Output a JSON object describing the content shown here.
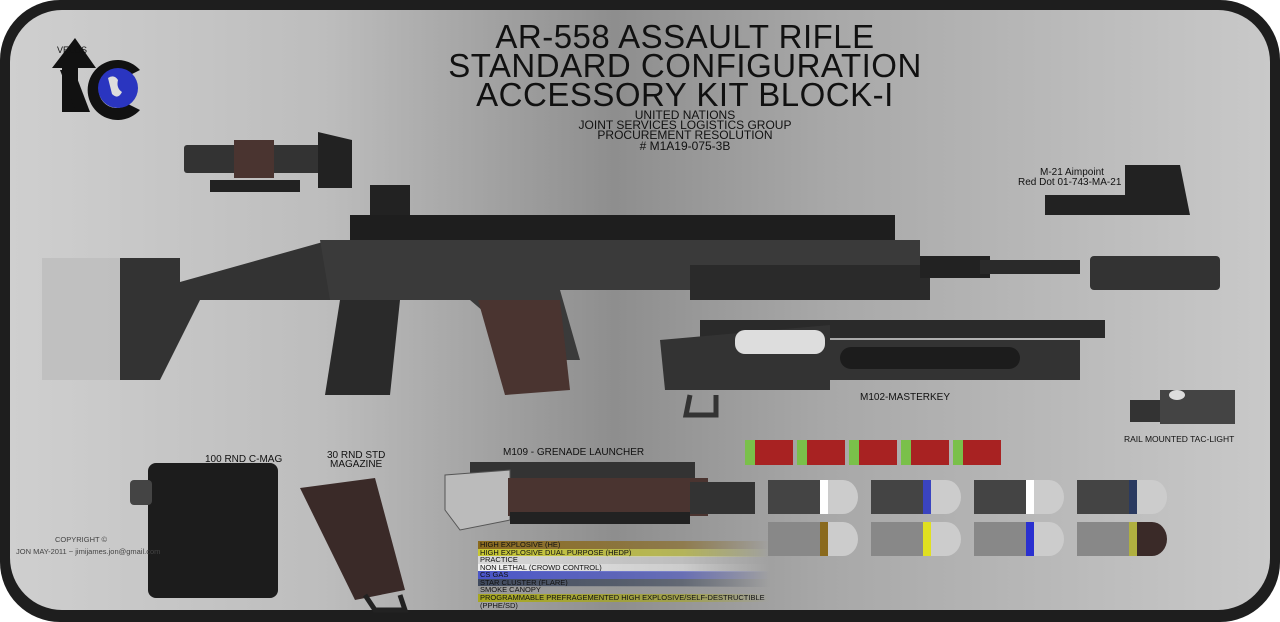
{
  "title": {
    "line1": "AR-558 ASSAULT RIFLE",
    "line2": "STANDARD CONFIGURATION",
    "line3": "ACCESSORY KIT BLOCK-I"
  },
  "subtitle": {
    "line1": "UNITED NATIONS",
    "line2": "JOINT SERVICES LOGISTICS GROUP",
    "line3": "PROCUREMENT RESOLUTION",
    "line4": "# M1A19-075-3B"
  },
  "logo": {
    "text": "VELOS",
    "icon": "globe-icon"
  },
  "labels": {
    "aimpoint_1": "M-21 Aimpoint",
    "aimpoint_2": "Red Dot 01-743-MA-21",
    "masterkey": "M102-MASTERKEY",
    "taclight": "RAIL MOUNTED TAC-LIGHT",
    "cmag": "100 RND C-MAG",
    "magazine_1": "30 RND STD",
    "magazine_2": "MAGAZINE",
    "grenade_launcher": "M109 - GRENADE LAUNCHER"
  },
  "legend": [
    {
      "label": "HIGH EXPLOSIVE (HE)",
      "color": "#8a6a1e"
    },
    {
      "label": "HIGH EXPLOSIVE DUAL PURPOSE (HEDP)",
      "color": "#c8c832"
    },
    {
      "label": "PRACTICE",
      "color": "#d8d8d8"
    },
    {
      "label": "NON LETHAL (CROWD CONTROL)",
      "color": "#f0f0f0"
    },
    {
      "label": "CS GAS",
      "color": "#4a55c8"
    },
    {
      "label": "STAR CLUSTER (FLARE)",
      "color": "#404a5e"
    },
    {
      "label": "SMOKE CANOPY",
      "color": "#9a9a9a"
    },
    {
      "label": "PROGRAMMABLE PREFRAGEMENTED HIGH EXPLOSIVE/SELF-DESTRUCTIBLE (PPHE/SD)",
      "color": "#a8a820"
    }
  ],
  "grenade_bands": [
    "#ffffff",
    "#3a44c0",
    "#ffffff",
    "#2a3a60",
    "#8a6a1e",
    "#e0e020",
    "#2a30d0",
    "#b0b040"
  ],
  "copyright": {
    "line1": "COPYRIGHT ©",
    "line2": "JON MAY-2011 ~ jimijames.jon@gmail.com"
  }
}
